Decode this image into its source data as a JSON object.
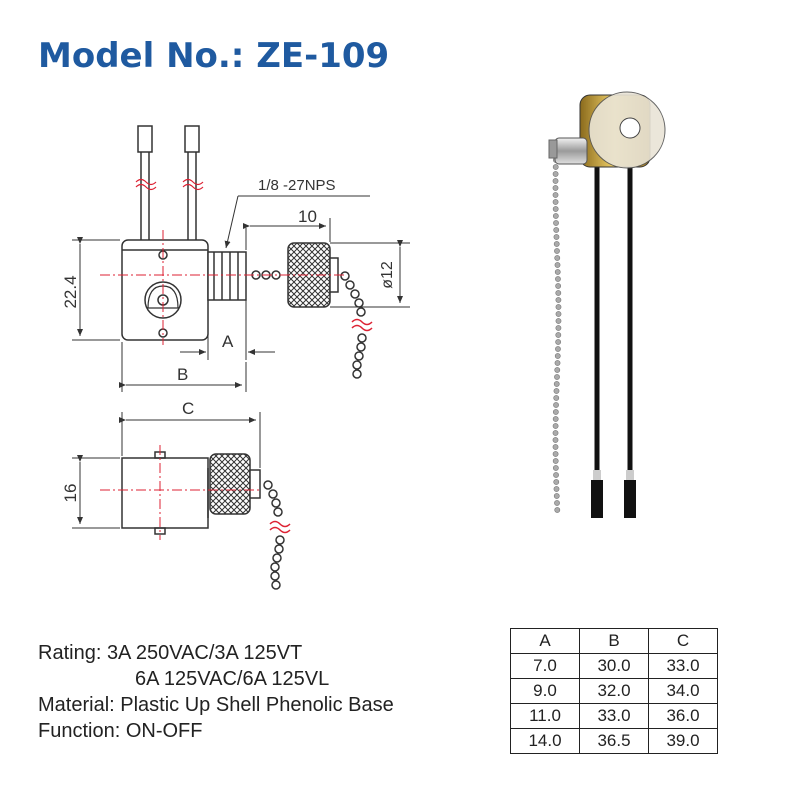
{
  "title": "Model No.: ZE-109",
  "diagram": {
    "labels": {
      "thread": "1/8 -27NPS",
      "dim_10": "10",
      "dim_22_4": "22.4",
      "dim_phi12": "ø12",
      "dim_A": "A",
      "dim_B": "B",
      "dim_C": "C",
      "dim_16": "16"
    }
  },
  "specs": {
    "rating_label": "Rating:",
    "rating_line1": "3A 250VAC/3A 125VT",
    "rating_line2": "6A 125VAC/6A 125VL",
    "material_label": "Material:",
    "material_value": "Plastic Up Shell  Phenolic Base",
    "function_label": "Function:",
    "function_value": "ON-OFF"
  },
  "table": {
    "headers": [
      "A",
      "B",
      "C"
    ],
    "rows": [
      [
        "7.0",
        "30.0",
        "33.0"
      ],
      [
        "9.0",
        "32.0",
        "34.0"
      ],
      [
        "11.0",
        "33.0",
        "36.0"
      ],
      [
        "14.0",
        "36.5",
        "39.0"
      ]
    ]
  }
}
